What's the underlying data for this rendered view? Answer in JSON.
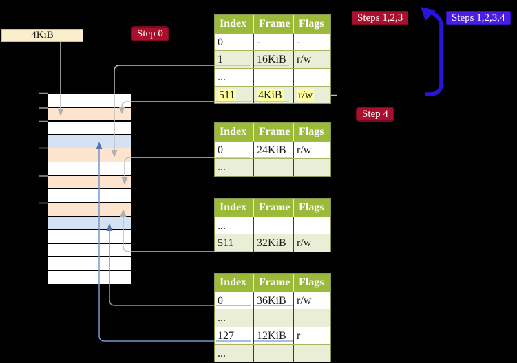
{
  "frame_size_label": "4KiB",
  "badges": {
    "step0": "Step 0",
    "steps123": "Steps 1,2,3",
    "steps1234": "Steps 1,2,3,4",
    "step4": "Step 4"
  },
  "page_tables": [
    {
      "columns": [
        "Index",
        "Frame",
        "Flags"
      ],
      "rows": [
        {
          "index": "0",
          "frame": "-",
          "flags": "-",
          "shade": "white",
          "linked": false,
          "highlight": false
        },
        {
          "index": "1",
          "frame": "16KiB",
          "flags": "r/w",
          "shade": "green",
          "linked": true,
          "highlight": false
        },
        {
          "index": "...",
          "frame": "",
          "flags": "",
          "shade": "white",
          "linked": false,
          "highlight": false
        },
        {
          "index": "511",
          "frame": "4KiB",
          "flags": "r/w",
          "shade": "green",
          "linked": true,
          "highlight": true
        }
      ]
    },
    {
      "columns": [
        "Index",
        "Frame",
        "Flags"
      ],
      "rows": [
        {
          "index": "0",
          "frame": "24KiB",
          "flags": "r/w",
          "shade": "white",
          "linked": true,
          "highlight": false
        },
        {
          "index": "...",
          "frame": "",
          "flags": "",
          "shade": "green",
          "linked": false,
          "highlight": false
        }
      ]
    },
    {
      "columns": [
        "Index",
        "Frame",
        "Flags"
      ],
      "rows": [
        {
          "index": "...",
          "frame": "",
          "flags": "",
          "shade": "white",
          "linked": false,
          "highlight": false
        },
        {
          "index": "511",
          "frame": "32KiB",
          "flags": "r/w",
          "shade": "green",
          "linked": true,
          "highlight": false
        }
      ]
    },
    {
      "columns": [
        "Index",
        "Frame",
        "Flags"
      ],
      "rows": [
        {
          "index": "0",
          "frame": "36KiB",
          "flags": "r/w",
          "shade": "white",
          "linked": true,
          "highlight": false
        },
        {
          "index": "...",
          "frame": "",
          "flags": "",
          "shade": "green",
          "linked": false,
          "highlight": false
        },
        {
          "index": "127",
          "frame": "12KiB",
          "flags": "r",
          "shade": "white",
          "linked": true,
          "highlight": false
        },
        {
          "index": "...",
          "frame": "",
          "flags": "",
          "shade": "green",
          "linked": false,
          "highlight": false
        }
      ]
    }
  ],
  "memory_strip": {
    "row_colors": [
      "white",
      "peach",
      "white",
      "blue",
      "peach",
      "white",
      "peach",
      "white",
      "peach",
      "blue",
      "white",
      "white",
      "white",
      "white"
    ]
  },
  "arrows": [
    {
      "from": "4KiB label",
      "to": "frame row 2 (4KiB)",
      "color": "gray"
    },
    {
      "from": "table 1 entry 1",
      "to": "frame row 5 (16KiB)",
      "color": "gray"
    },
    {
      "from": "table 1 entry 511",
      "to": "frame row 2 (4KiB)",
      "color": "gray"
    },
    {
      "from": "table 2 entry 0",
      "to": "frame row 7 (24KiB)",
      "color": "gray"
    },
    {
      "from": "table 3 entry 511",
      "to": "frame row 9 (32KiB)",
      "color": "gray"
    },
    {
      "from": "table 4 entry 0",
      "to": "frame row 10 (36KiB)",
      "color": "blue"
    },
    {
      "from": "table 4 entry 127",
      "to": "frame row 4 (12KiB)",
      "color": "blue"
    },
    {
      "from": "table 1 entry 511 (right side)",
      "to": "table 1 top (self-loop)",
      "color": "thick-blue"
    }
  ],
  "colors": {
    "header_green": "#9cba3a",
    "row_green": "#e9efd6",
    "highlight_yellow": "#ffff9e",
    "strip_peach": "#fce4cf",
    "strip_blue": "#d4e2f4",
    "label_beige": "#fbeecb",
    "badge_red": "#a8102e",
    "badge_blue": "#4a1ee3",
    "connector_gray": "#bfbfbf",
    "connector_blue": "#7598cd",
    "loop_arrow_blue": "#2a13da"
  }
}
